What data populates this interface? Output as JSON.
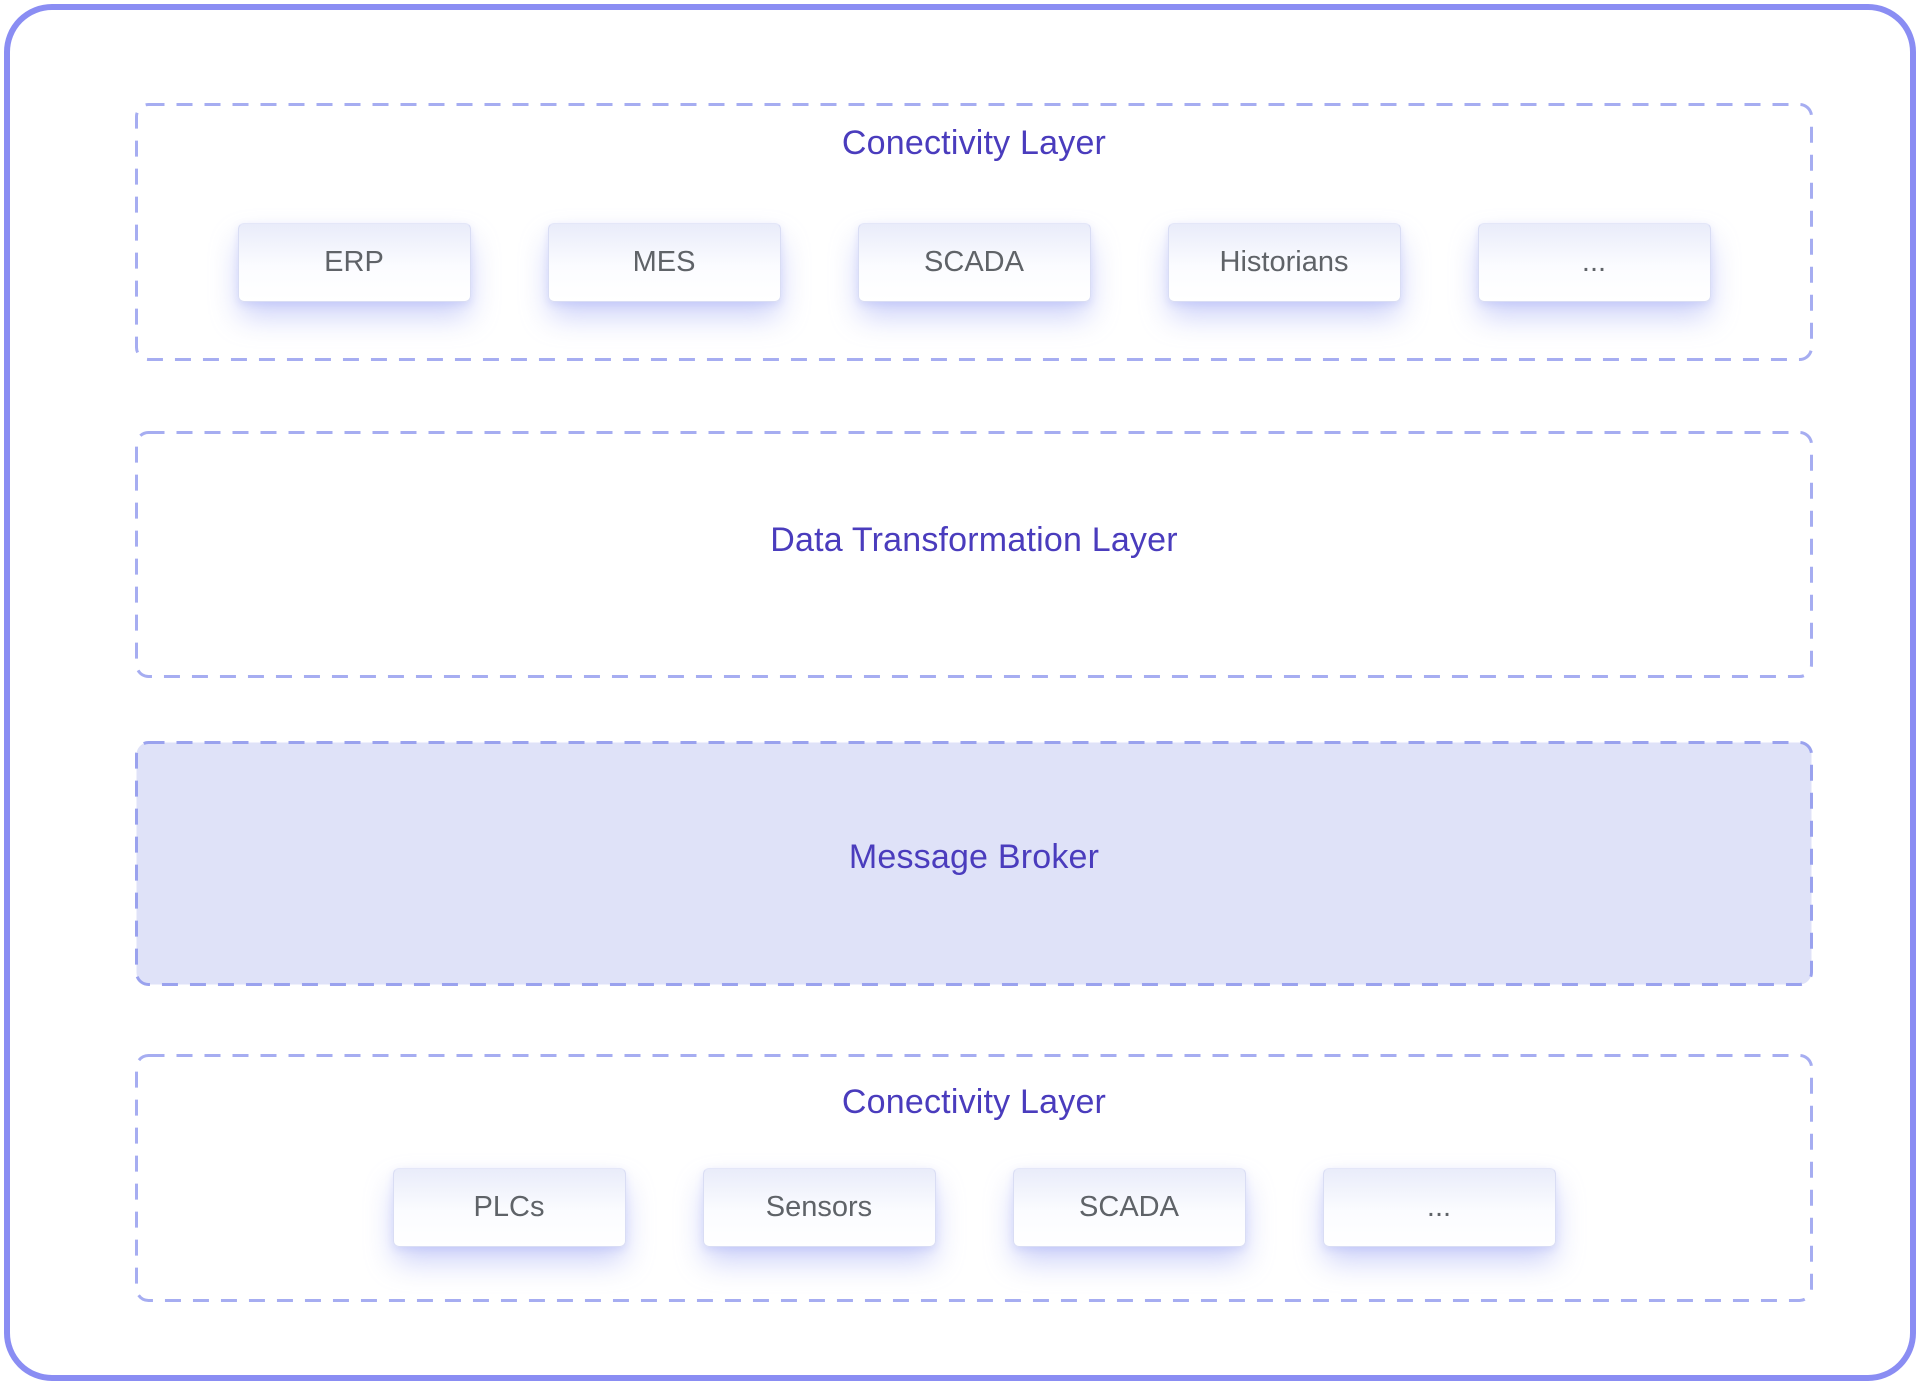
{
  "colors": {
    "outer_border": "#8a8df3",
    "dashed_border": "#a6adf1",
    "title_text": "#4a3cbd",
    "box_text": "#5f6368",
    "box_border": "#d9ddf4",
    "message_broker_fill": "#dfe2f8"
  },
  "layers": [
    {
      "title": "Conectivity Layer",
      "items": [
        "ERP",
        "MES",
        "SCADA",
        "Historians",
        "..."
      ]
    },
    {
      "title": "Data Transformation Layer",
      "items": []
    },
    {
      "title": "Message Broker",
      "items": []
    },
    {
      "title": "Conectivity Layer",
      "items": [
        "PLCs",
        "Sensors",
        "SCADA",
        "..."
      ]
    }
  ]
}
